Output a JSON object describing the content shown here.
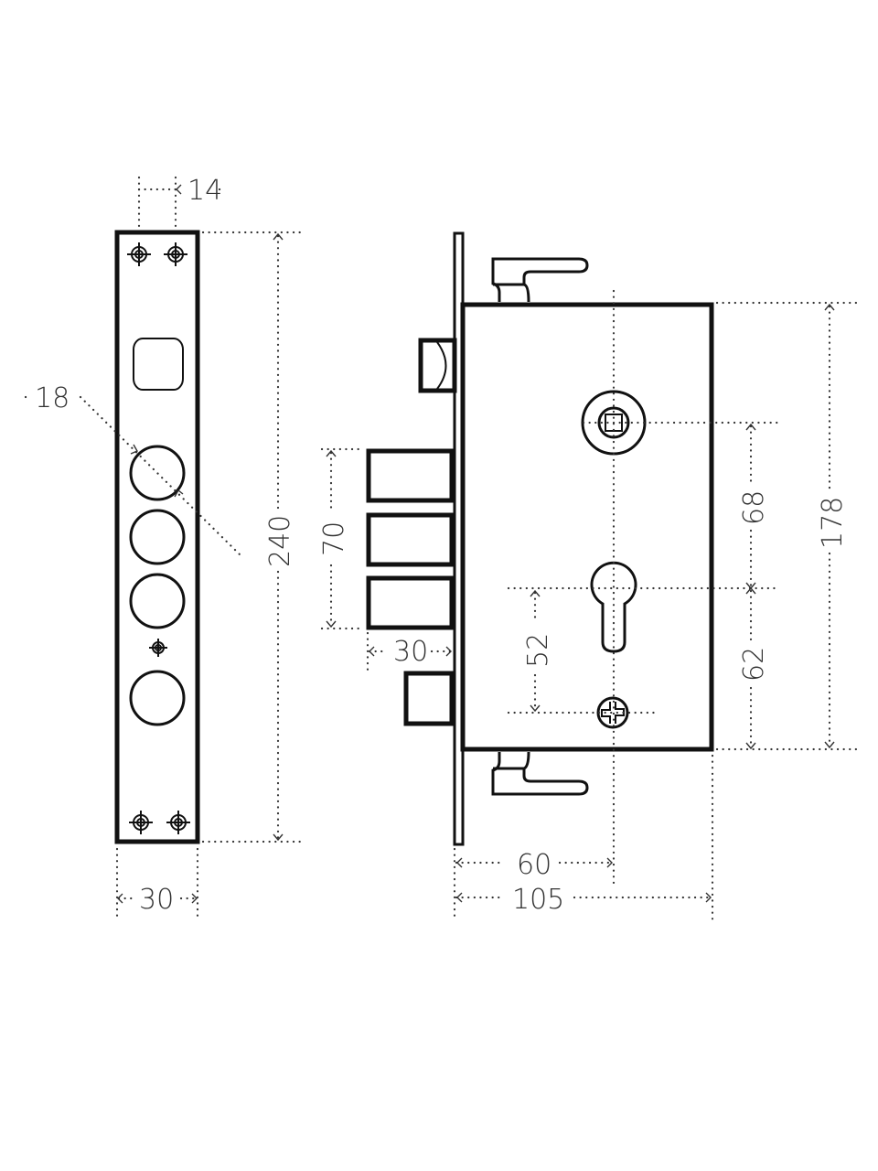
{
  "drawing": {
    "type": "mortise lock technical drawing",
    "units": "mm",
    "colors": {
      "line": "#111111",
      "dimension": "#333333",
      "background": "#ffffff"
    }
  },
  "front_view": {
    "dimensions": {
      "screw_spacing": "14",
      "hole_diameter": "18",
      "height": "240",
      "width": "30"
    }
  },
  "side_view": {
    "dimensions": {
      "bolt_span": "70",
      "bolt_throw": "30",
      "cylinder_to_screw": "52",
      "spindle_to_cylinder": "68",
      "cylinder_to_bottom": "62",
      "case_height": "178",
      "backset": "60",
      "case_depth": "105"
    }
  }
}
